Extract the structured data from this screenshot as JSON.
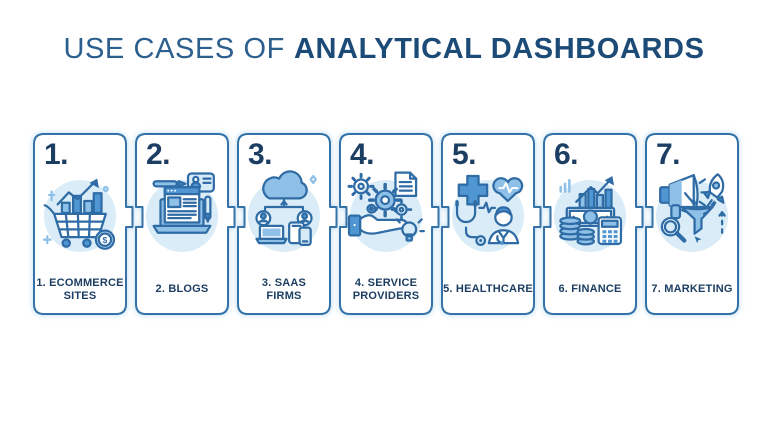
{
  "title": {
    "prefix": "USE CASES OF",
    "emphasis": "ANALYTICAL DASHBOARDS"
  },
  "cards": [
    {
      "number": "1.",
      "lines": [
        "1. ECOMMERCE",
        "SITES"
      ]
    },
    {
      "number": "2.",
      "lines": [
        "2. BLOGS"
      ]
    },
    {
      "number": "3.",
      "lines": [
        "3. SAAS",
        "FIRMS"
      ]
    },
    {
      "number": "4.",
      "lines": [
        "4. SERVICE",
        "PROVIDERS"
      ]
    },
    {
      "number": "5.",
      "lines": [
        "5. HEALTHCARE"
      ]
    },
    {
      "number": "6.",
      "lines": [
        "6. FINANCE"
      ]
    },
    {
      "number": "7.",
      "lines": [
        "7. MARKETING"
      ]
    }
  ],
  "icon_text": {
    "currency_symbol": "$"
  },
  "colors": {
    "title_prefix": "#2c5f8e",
    "title_emphasis": "#1d4b77",
    "card_border": "#3572a8",
    "card_text": "#1c3e63",
    "icon_stroke": "#2f6ca5",
    "icon_fill_dark": "#4f96d2",
    "icon_fill_mid": "#8fc0e7",
    "icon_fill_light": "#d6eaf8",
    "icon_circle_bg": "#d9ecf8"
  }
}
